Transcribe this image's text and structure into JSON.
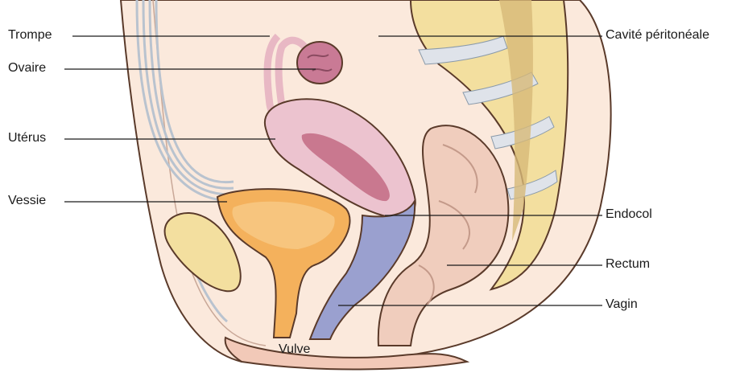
{
  "labels": {
    "trompe": "Trompe",
    "ovaire": "Ovaire",
    "uterus": "Utérus",
    "vessie": "Vessie",
    "cavite": "Cavité péritonéale",
    "endocol": "Endocol",
    "rectum": "Rectum",
    "vagin": "Vagin",
    "vulve": "Vulve"
  },
  "colors": {
    "skin": "#fbe9dc",
    "bone": "#f3df9f",
    "uterus": "#ecc3cf",
    "bladder": "#f4b15c",
    "vagina": "#9aa0cf",
    "rectum": "#f0cdbd",
    "outline": "#5a3a2a"
  }
}
